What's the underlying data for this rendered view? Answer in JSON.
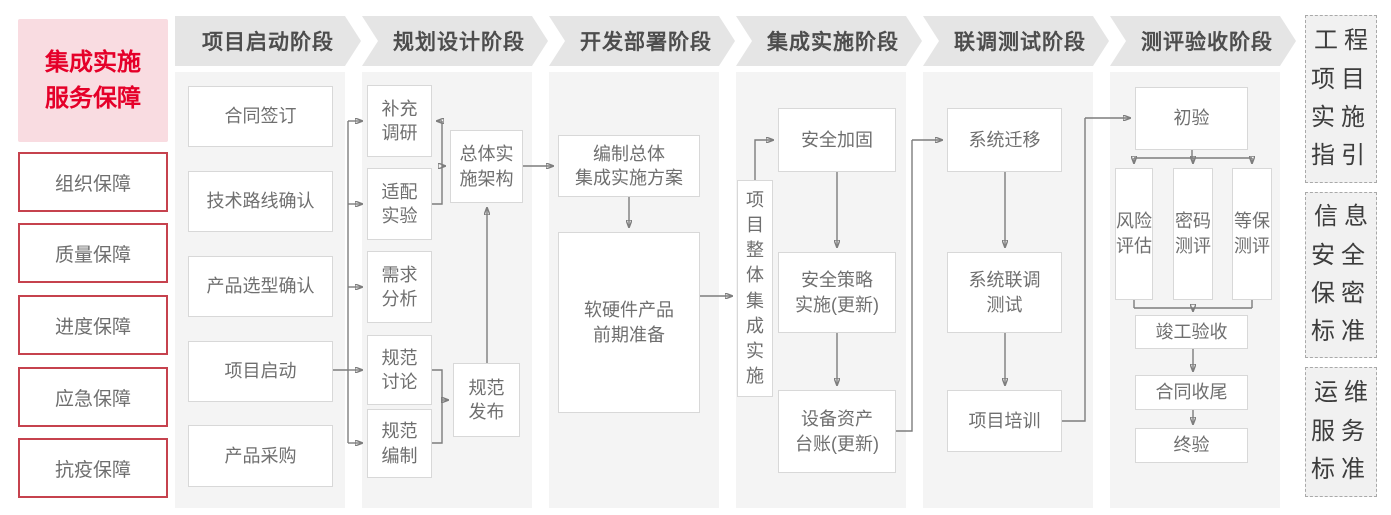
{
  "sidebar": {
    "title": "集成实施\n服务保障",
    "items": [
      "组织保障",
      "质量保障",
      "进度保障",
      "应急保障",
      "抗疫保障"
    ]
  },
  "phases": [
    {
      "label": "项目启动阶段",
      "boxes": [
        "合同签订",
        "技术路线确认",
        "产品选型确认",
        "项目启动",
        "产品采购"
      ]
    },
    {
      "label": "规划设计阶段",
      "boxes": [
        "补充\n调研",
        "适配\n实验",
        "需求\n分析",
        "规范\n讨论",
        "规范\n编制",
        "总体实\n施架构",
        "规范\n发布"
      ]
    },
    {
      "label": "开发部署阶段",
      "boxes": [
        "编制总体\n集成实施方案",
        "软硬件产品\n前期准备"
      ]
    },
    {
      "label": "集成实施阶段",
      "boxes": [
        "项目整体集成实施",
        "安全加固",
        "安全策略\n实施(更新)",
        "设备资产\n台账(更新)"
      ]
    },
    {
      "label": "联调测试阶段",
      "boxes": [
        "系统迁移",
        "系统联调\n测试",
        "项目培训"
      ]
    },
    {
      "label": "测评验收阶段",
      "boxes": [
        "初验",
        "风险评估",
        "密码测评",
        "等保测评",
        "竣工验收",
        "合同收尾",
        "终验"
      ]
    }
  ],
  "standards": [
    {
      "label": "工程\n项目\n实施\n指引"
    },
    {
      "label": "信息\n安全\n保密\n标准"
    },
    {
      "label": "运维\n服务\n标准"
    }
  ],
  "colors": {
    "accent_red": "#e50029",
    "sidebar_pink": "#f9dce1",
    "border_red": "#c6424e",
    "panel_gray": "#f4f4f4",
    "header_gray": "#e5e5e5",
    "box_border_gray": "#d8d8d8",
    "line_gray": "#7d7d7d"
  }
}
